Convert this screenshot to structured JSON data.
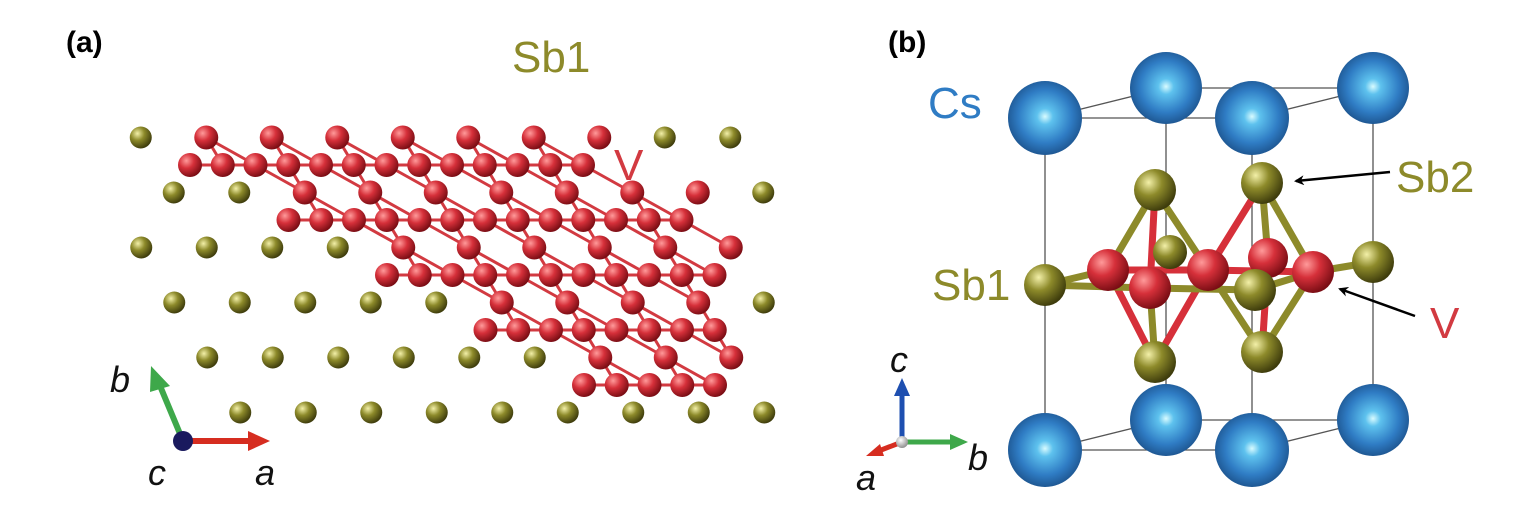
{
  "panels": {
    "a": {
      "label": "(a)",
      "atom_labels": {
        "sb1": "Sb1",
        "v": "V"
      },
      "axes": {
        "a": "a",
        "b": "b",
        "c": "c"
      }
    },
    "b": {
      "label": "(b)",
      "atom_labels": {
        "cs": "Cs",
        "sb2": "Sb2",
        "sb1": "Sb1",
        "v": "V"
      },
      "axes": {
        "a": "a",
        "b": "b",
        "c": "c"
      }
    }
  },
  "colors": {
    "v": "#d6303a",
    "sb": "#8d8a2a",
    "cs": "#2f7cc4",
    "axis_a": "#d62d20",
    "axis_b": "#3ea84a",
    "axis_c": "#1e4fb0"
  }
}
